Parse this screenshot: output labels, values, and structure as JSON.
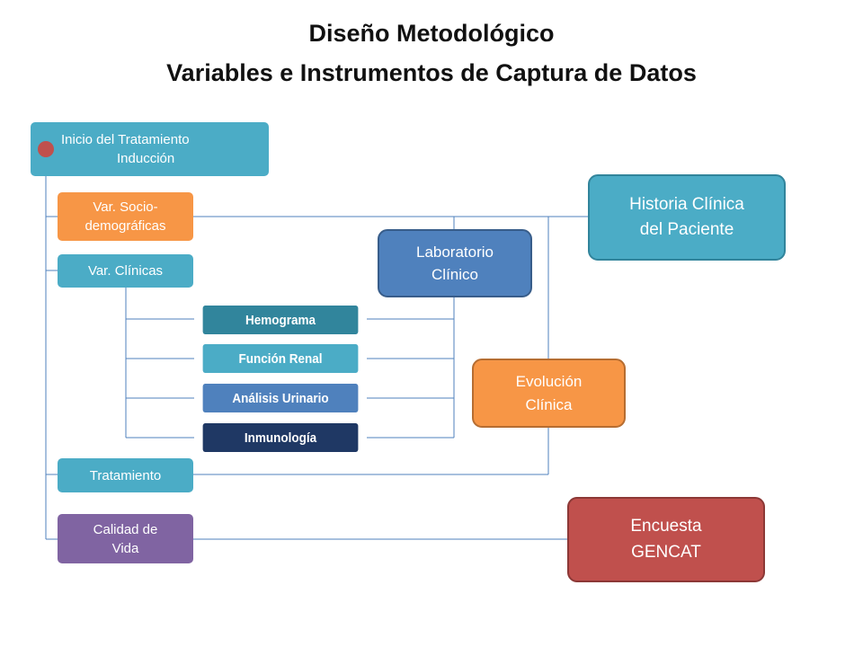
{
  "title": {
    "line1": "Diseño Metodológico",
    "line2": "Variables e Instrumentos de Captura de Datos"
  },
  "start": {
    "line1": "Inicio del Tratamiento",
    "line2": "Inducción",
    "color": "#4bacc6"
  },
  "variables": {
    "socio": {
      "line1": "Var. Socio-",
      "line2": "demográficas",
      "color": "#f79646"
    },
    "clinicas": {
      "label": "Var. Clínicas",
      "color": "#4bacc6"
    },
    "tratamiento": {
      "label": "Tratamiento",
      "color": "#4bacc6"
    },
    "calidad": {
      "line1": "Calidad de",
      "line2": "Vida",
      "color": "#8064a2"
    }
  },
  "tests": {
    "hemograma": {
      "label": "Hemograma",
      "color": "#31859c"
    },
    "renal": {
      "label": "Función Renal",
      "color": "#4bacc6"
    },
    "urinario": {
      "label": "Análisis Urinario",
      "color": "#4f81bd"
    },
    "inmunologia": {
      "label": "Inmunología",
      "color": "#1f3864"
    }
  },
  "instruments": {
    "historia": {
      "line1": "Historia Clínica",
      "line2": "del Paciente",
      "color": "#4bacc6",
      "border": "#31849b"
    },
    "laboratorio": {
      "line1": "Laboratorio",
      "line2": "Clínico",
      "color": "#4f81bd",
      "border": "#385d8a"
    },
    "evolucion": {
      "line1": "Evolución",
      "line2": "Clínica",
      "color": "#f79646",
      "border": "#b66d31"
    },
    "encuesta": {
      "line1": "Encuesta",
      "line2": "GENCAT",
      "color": "#c0504d",
      "border": "#8c3836"
    }
  },
  "line_color": "#4f81bd"
}
